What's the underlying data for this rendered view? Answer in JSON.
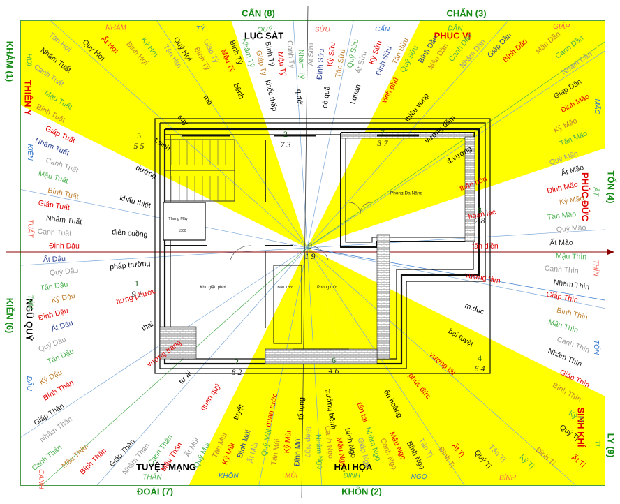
{
  "edge_labels": {
    "top": [
      {
        "text": "CẤN (8)",
        "color": "#138a13"
      },
      {
        "text": "CHẤN (3)",
        "color": "#138a13"
      }
    ],
    "bottom": [
      {
        "text": "ĐOÀI (7)",
        "color": "#138a13"
      },
      {
        "text": "KHÔN (2)",
        "color": "#138a13"
      }
    ],
    "left": [
      {
        "text": "KHẢM (1)",
        "color": "#138a13"
      },
      {
        "text": "KIỀN (6)",
        "color": "#138a13"
      }
    ],
    "right": [
      {
        "text": "TỐN (4)",
        "color": "#138a13"
      },
      {
        "text": "LY (9)",
        "color": "#138a13"
      }
    ]
  },
  "sector_titles": [
    {
      "text": "LỤC SÁT",
      "color": "#000000"
    },
    {
      "text": "PHỤC VỊ",
      "color": "#e00000"
    },
    {
      "text": "PHÚC ĐỨC",
      "color": "#e00000"
    },
    {
      "text": "SINH KHÍ",
      "color": "#e00000"
    },
    {
      "text": "HẠI HỌA",
      "color": "#000000"
    },
    {
      "text": "TUYỆT MẠNG",
      "color": "#000000"
    },
    {
      "text": "NGŨ QUỶ",
      "color": "#000000"
    },
    {
      "text": "THIÊN Y",
      "color": "#e00000"
    }
  ],
  "mountains": [
    {
      "text": "QUÝ",
      "color": "#4caf50"
    },
    {
      "text": "SỬU",
      "color": "#f06050"
    },
    {
      "text": "CẤN",
      "color": "#3377cc"
    },
    {
      "text": "DẦN",
      "color": "#4caf50"
    },
    {
      "text": "GIÁP",
      "color": "#f06050"
    },
    {
      "text": "MÃO",
      "color": "#3377cc"
    },
    {
      "text": "ẤT",
      "color": "#4caf50"
    },
    {
      "text": "THÌN",
      "color": "#f06050"
    },
    {
      "text": "TỐN",
      "color": "#3377cc"
    },
    {
      "text": "TỊ",
      "color": "#4caf50"
    },
    {
      "text": "BÍNH",
      "color": "#f06050"
    },
    {
      "text": "NGỌ",
      "color": "#3377cc"
    },
    {
      "text": "ĐINH",
      "color": "#4caf50"
    },
    {
      "text": "MÙI",
      "color": "#f06050"
    },
    {
      "text": "KHÔN",
      "color": "#3377cc"
    },
    {
      "text": "THÂN",
      "color": "#4caf50"
    },
    {
      "text": "CANH",
      "color": "#f06050"
    },
    {
      "text": "DẬU",
      "color": "#3377cc"
    },
    {
      "text": "TÂN",
      "color": "#4caf50"
    },
    {
      "text": "TUẤT",
      "color": "#f06050"
    },
    {
      "text": "KIỀN",
      "color": "#3377cc"
    },
    {
      "text": "HỢI",
      "color": "#4caf50"
    },
    {
      "text": "NHÂM",
      "color": "#f06050"
    },
    {
      "text": "TÝ",
      "color": "#3377cc"
    }
  ],
  "star_words": [
    {
      "text": "khốc thấp",
      "color": "#000000"
    },
    {
      "text": "q.đới",
      "color": "#000000"
    },
    {
      "text": "cô quả",
      "color": "#000000"
    },
    {
      "text": "l.quan",
      "color": "#000000"
    },
    {
      "text": "vinh phú",
      "color": "#e00000"
    },
    {
      "text": "thiếu vong",
      "color": "#000000"
    },
    {
      "text": "vượng đảm",
      "color": "#000000"
    },
    {
      "text": "đ.vượng",
      "color": "#000000"
    },
    {
      "text": "thân hôn",
      "color": "#e00000"
    },
    {
      "text": "hoan lạc",
      "color": "#e00000"
    },
    {
      "text": "tấn điền",
      "color": "#e00000"
    },
    {
      "text": "vượng tàm",
      "color": "#e00000"
    },
    {
      "text": "m.dục",
      "color": "#000000"
    },
    {
      "text": "bại tuyệt",
      "color": "#000000"
    },
    {
      "text": "vượng tài",
      "color": "#e00000"
    },
    {
      "text": "phúc đức",
      "color": "#e00000"
    },
    {
      "text": "ôn hoàng",
      "color": "#000000"
    },
    {
      "text": "tấn tài",
      "color": "#e00000"
    },
    {
      "text": "trưởng bệnh",
      "color": "#000000"
    },
    {
      "text": "tố tụng",
      "color": "#000000"
    },
    {
      "text": "quan tước",
      "color": "#e00000"
    },
    {
      "text": "tuyệt",
      "color": "#000000"
    },
    {
      "text": "quan quý",
      "color": "#e00000"
    },
    {
      "text": "tư ái",
      "color": "#000000"
    },
    {
      "text": "vượng trang",
      "color": "#e00000"
    },
    {
      "text": "thai",
      "color": "#000000"
    },
    {
      "text": "hưng phước",
      "color": "#e00000"
    },
    {
      "text": "pháp trường",
      "color": "#000000"
    },
    {
      "text": "điên cuồng",
      "color": "#000000"
    },
    {
      "text": "khẩu thiệt",
      "color": "#000000"
    },
    {
      "text": "dưỡng",
      "color": "#000000"
    },
    {
      "text": "t.sinh",
      "color": "#000000"
    },
    {
      "text": "suy",
      "color": "#000000"
    },
    {
      "text": "mộ",
      "color": "#000000"
    },
    {
      "text": "bệnh",
      "color": "#000000"
    }
  ],
  "sub_labels": [
    {
      "text": "Nhâm Tý",
      "color": "#4caf50"
    },
    {
      "text": "Giáp Tý",
      "color": "#c08030"
    },
    {
      "text": "Bính Tý",
      "color": "#222222"
    },
    {
      "text": "Mậu Tý",
      "color": "#e00000"
    },
    {
      "text": "Canh Tý",
      "color": "#999999"
    },
    {
      "text": "Nhâm Tý",
      "color": "#4caf50"
    },
    {
      "text": "Ất Sửu",
      "color": "#999999"
    },
    {
      "text": "Đinh Sửu",
      "color": "#2a3f8f"
    },
    {
      "text": "Kỷ Sửu",
      "color": "#e00000"
    },
    {
      "text": "Tân Sửu",
      "color": "#c08030"
    },
    {
      "text": "Quý Sửu",
      "color": "#4caf50"
    },
    {
      "text": "Ất Sửu",
      "color": "#999999"
    },
    {
      "text": "Kỷ Sửu",
      "color": "#e00000"
    },
    {
      "text": "Đinh Sửu",
      "color": "#2a3f8f"
    },
    {
      "text": "Tân Sửu",
      "color": "#c08030"
    },
    {
      "text": "Quý Sửu",
      "color": "#4caf50"
    },
    {
      "text": "Bính Dần",
      "color": "#2a3f8f"
    },
    {
      "text": "Mậu Dần",
      "color": "#c08030"
    },
    {
      "text": "Canh Dần",
      "color": "#4caf50"
    },
    {
      "text": "Nhâm Dần",
      "color": "#999999"
    },
    {
      "text": "Giáp Dần",
      "color": "#2a3f8f"
    },
    {
      "text": "Bính Dần",
      "color": "#e00000"
    },
    {
      "text": "Mậu Dần",
      "color": "#c08030"
    },
    {
      "text": "Canh Dần",
      "color": "#4caf50"
    },
    {
      "text": "Nhâm Dần",
      "color": "#999999"
    },
    {
      "text": "Giáp Dần",
      "color": "#222222"
    },
    {
      "text": "Đinh Mão",
      "color": "#e00000"
    },
    {
      "text": "Kỷ Mão",
      "color": "#c08030"
    },
    {
      "text": "Tân Mão",
      "color": "#4caf50"
    },
    {
      "text": "Quý Mão",
      "color": "#999999"
    },
    {
      "text": "Ất Mão",
      "color": "#222222"
    },
    {
      "text": "Đinh Mão",
      "color": "#e00000"
    },
    {
      "text": "Kỷ Mão",
      "color": "#c08030"
    },
    {
      "text": "Tân Mão",
      "color": "#4caf50"
    },
    {
      "text": "Quý Mão",
      "color": "#999999"
    },
    {
      "text": "Ất Mão",
      "color": "#222222"
    },
    {
      "text": "Mậu Thìn",
      "color": "#4caf50"
    },
    {
      "text": "Canh Thìn",
      "color": "#999999"
    },
    {
      "text": "Nhâm Thìn",
      "color": "#222222"
    },
    {
      "text": "Giáp Thìn",
      "color": "#e00000"
    },
    {
      "text": "Bính Thìn",
      "color": "#c08030"
    },
    {
      "text": "Mậu Thìn",
      "color": "#4caf50"
    },
    {
      "text": "Canh Thìn",
      "color": "#999999"
    },
    {
      "text": "Nhâm Thìn",
      "color": "#222222"
    },
    {
      "text": "Giáp Thìn",
      "color": "#e00000"
    },
    {
      "text": "Bính Thìn",
      "color": "#c08030"
    },
    {
      "text": "Kỷ Tị",
      "color": "#4caf50"
    },
    {
      "text": "Quý Tị",
      "color": "#222222"
    },
    {
      "text": "Ất Tị",
      "color": "#e00000"
    },
    {
      "text": "Đinh Tị",
      "color": "#c08030"
    },
    {
      "text": "Kỷ Tị",
      "color": "#4caf50"
    },
    {
      "text": "Tân Tị",
      "color": "#999999"
    },
    {
      "text": "Quý Tị",
      "color": "#222222"
    },
    {
      "text": "Ất Tị",
      "color": "#e00000"
    },
    {
      "text": "Đinh Tị",
      "color": "#c08030"
    },
    {
      "text": "Tân Tị",
      "color": "#999999"
    },
    {
      "text": "Bính Ngọ",
      "color": "#222222"
    },
    {
      "text": "Mậu Ngọ",
      "color": "#e00000"
    },
    {
      "text": "Canh Ngọ",
      "color": "#c08030"
    },
    {
      "text": "Nhâm Ngọ",
      "color": "#4caf50"
    },
    {
      "text": "Giáp Ngọ",
      "color": "#999999"
    },
    {
      "text": "Bính Ngọ",
      "color": "#222222"
    },
    {
      "text": "Mậu Ngọ",
      "color": "#e00000"
    },
    {
      "text": "Canh Ngọ",
      "color": "#c08030"
    },
    {
      "text": "Nhâm Ngọ",
      "color": "#4caf50"
    },
    {
      "text": "Giáp Ngọ",
      "color": "#999999"
    },
    {
      "text": "Đinh Mùi",
      "color": "#2a3f8f"
    },
    {
      "text": "Kỷ Mùi",
      "color": "#e00000"
    },
    {
      "text": "Tân Mùi",
      "color": "#c08030"
    },
    {
      "text": "Quý Mùi",
      "color": "#4caf50"
    },
    {
      "text": "Ất Mùi",
      "color": "#999999"
    },
    {
      "text": "Đinh Mùi",
      "color": "#2a3f8f"
    },
    {
      "text": "Kỷ Mùi",
      "color": "#e00000"
    },
    {
      "text": "Tân Mùi",
      "color": "#c08030"
    },
    {
      "text": "Quý Mùi",
      "color": "#4caf50"
    },
    {
      "text": "Ất Mùi",
      "color": "#999999"
    },
    {
      "text": "Mậu Thân",
      "color": "#e00000"
    },
    {
      "text": "Canh Thân",
      "color": "#4caf50"
    },
    {
      "text": "Nhâm Thân",
      "color": "#999999"
    },
    {
      "text": "Giáp Thân",
      "color": "#222222"
    },
    {
      "text": "Bính Thân",
      "color": "#e00000"
    },
    {
      "text": "Mậu Thân",
      "color": "#c08030"
    },
    {
      "text": "Canh Thân",
      "color": "#4caf50"
    },
    {
      "text": "Nhâm Thân",
      "color": "#999999"
    },
    {
      "text": "Giáp Thân",
      "color": "#222222"
    },
    {
      "text": "Bính Thân",
      "color": "#e00000"
    },
    {
      "text": "Kỷ Dậu",
      "color": "#c08030"
    },
    {
      "text": "Tân Dậu",
      "color": "#4caf50"
    },
    {
      "text": "Quý Dậu",
      "color": "#999999"
    },
    {
      "text": "Ất Dậu",
      "color": "#2a3f8f"
    },
    {
      "text": "Đinh Dậu",
      "color": "#e00000"
    },
    {
      "text": "Kỷ Dậu",
      "color": "#c08030"
    },
    {
      "text": "Tân Dậu",
      "color": "#4caf50"
    },
    {
      "text": "Quý Dậu",
      "color": "#999999"
    },
    {
      "text": "Ất Dậu",
      "color": "#2a3f8f"
    },
    {
      "text": "Đinh Dậu",
      "color": "#e00000"
    },
    {
      "text": "Canh Tuất",
      "color": "#999999"
    },
    {
      "text": "Nhâm Tuất",
      "color": "#222222"
    },
    {
      "text": "Giáp Tuất",
      "color": "#e00000"
    },
    {
      "text": "Bính Tuất",
      "color": "#c08030"
    },
    {
      "text": "Mậu Tuất",
      "color": "#4caf50"
    },
    {
      "text": "Canh Tuất",
      "color": "#999999"
    },
    {
      "text": "Nhâm Tuất",
      "color": "#2a3f8f"
    },
    {
      "text": "Giáp Tuất",
      "color": "#e00000"
    },
    {
      "text": "Bính Tuất",
      "color": "#c08030"
    },
    {
      "text": "Mậu Tuất",
      "color": "#4caf50"
    },
    {
      "text": "Canh Tuất",
      "color": "#999999"
    },
    {
      "text": "Nhâm Tuất",
      "color": "#222222"
    },
    {
      "text": "Tân Hợi",
      "color": "#999999"
    },
    {
      "text": "Quý Hợi",
      "color": "#222222"
    },
    {
      "text": "Ất Hợi",
      "color": "#e00000"
    },
    {
      "text": "Đinh Hợi",
      "color": "#c08030"
    },
    {
      "text": "Kỷ Hợi",
      "color": "#4caf50"
    },
    {
      "text": "Tân Hợi",
      "color": "#999999"
    },
    {
      "text": "Quý Hợi",
      "color": "#222222"
    },
    {
      "text": "Bính Tý",
      "color": "#c08030"
    },
    {
      "text": "Giáp Tý",
      "color": "#999999"
    },
    {
      "text": "Mậu Tý",
      "color": "#e00000"
    },
    {
      "text": "Bính Tý",
      "color": "#222222"
    }
  ],
  "rooms": [
    {
      "text": "Phòng Đa Năng"
    },
    {
      "text": "Thang Máy"
    },
    {
      "text": "1500"
    },
    {
      "text": "Khu giặt, phơi"
    },
    {
      "text": "Ban Thờ"
    },
    {
      "text": "Phòng thờ"
    }
  ],
  "stars": [
    {
      "big": "5",
      "small": "5 5"
    },
    {
      "big": "2",
      "small": "7 3"
    },
    {
      "big": "7",
      "small": "3 7"
    },
    {
      "big": "8",
      "small": "2 8"
    },
    {
      "big": "9",
      "small": "1 9"
    },
    {
      "big": "1",
      "small": "9 1"
    },
    {
      "big": "2",
      "small": "8 2"
    },
    {
      "big": "6",
      "small": "4 6"
    },
    {
      "big": "4",
      "small": "6 4"
    }
  ],
  "colors": {
    "yellow": "#ffff00",
    "frame_border": "#4a9a4a",
    "axis": "#8b0000",
    "star_green": "#138a13",
    "star_red": "#c02020"
  }
}
